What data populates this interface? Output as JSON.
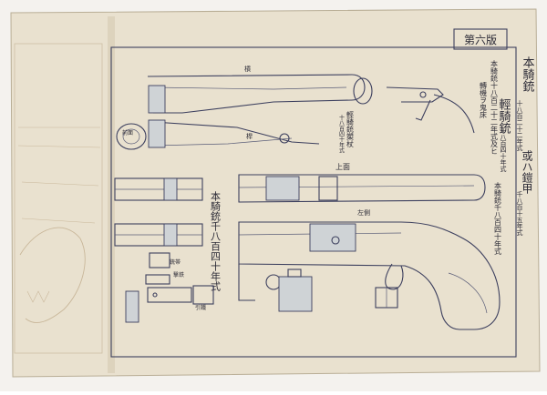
{
  "plate": {
    "number_label": "第六版"
  },
  "headings": {
    "carbine_main": "本騎銃",
    "carbine_sub": "十八百二十二年式",
    "light_carbine": "輕騎銃",
    "light_carbine_sub": "十八百四十年式",
    "light_carbine_variant": "或ハ鎧甲",
    "light_carbine_variant_sub": "千八百十五年式"
  },
  "side_notes": {
    "note_a": "本騎銃十八百二十二年式及ヒ",
    "note_b": "轉機ヲ鬼床",
    "note_c": "本騎銃千八百四十年式"
  },
  "labels": {
    "rod": "槓",
    "rod2": "桿",
    "top": "上面",
    "left_side": "左側",
    "carbine_side": "本騎銃千八百四十年式",
    "light_carbine_rod": "輕騎銃槊杖",
    "rod_sub": "十八百四十年式",
    "front_view": "前面",
    "barrel_band": "銃帯",
    "hammer": "撃鉄",
    "trigger": "引鐵"
  }
}
